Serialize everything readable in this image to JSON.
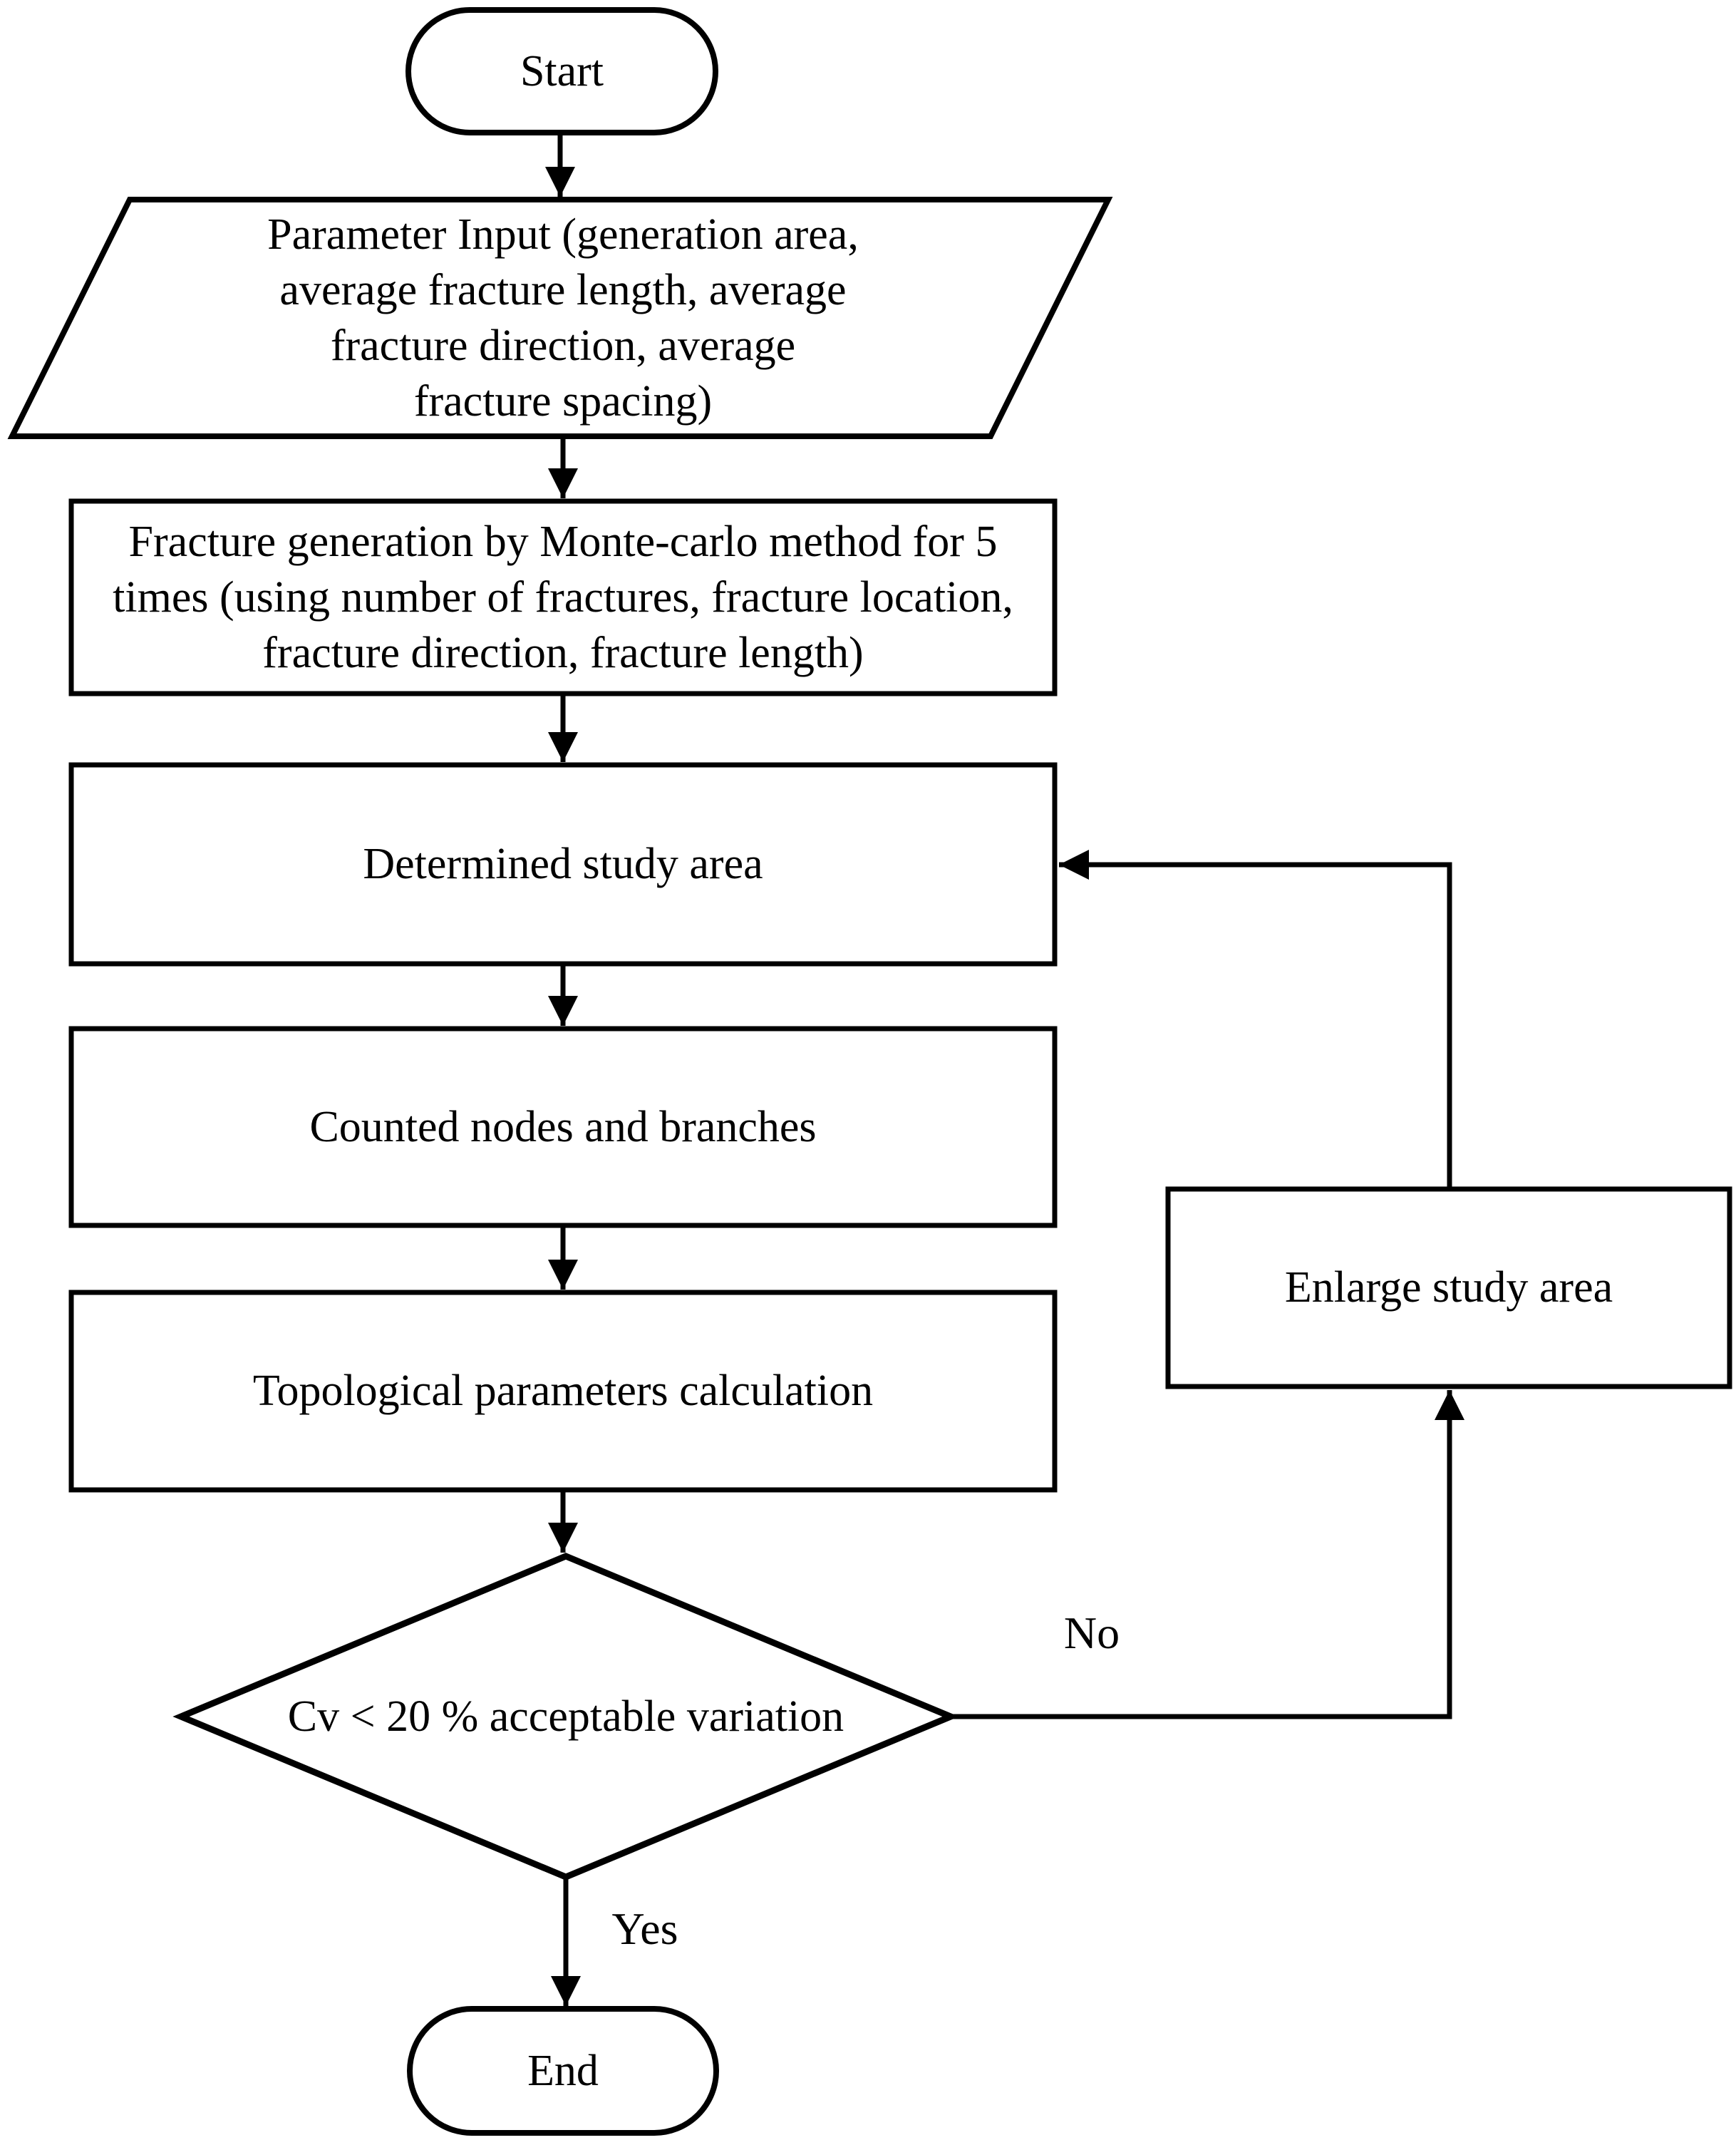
{
  "flowchart": {
    "colors": {
      "stroke": "#000000",
      "fill": "#ffffff",
      "text": "#000000",
      "background": "#ffffff"
    },
    "nodes": {
      "start": {
        "shape": "terminator",
        "label": "Start"
      },
      "parameter_input": {
        "shape": "parallelogram",
        "label": "Parameter Input (generation area,\naverage fracture length, average\nfracture direction, average\nfracture spacing)"
      },
      "fracture_generation": {
        "shape": "process",
        "label": "Fracture generation by Monte-carlo method for 5\ntimes (using number of fractures, fracture location,\nfracture direction, fracture length)"
      },
      "determined_study_area": {
        "shape": "process",
        "label": "Determined study area"
      },
      "counted_nodes_branches": {
        "shape": "process",
        "label": "Counted nodes and branches"
      },
      "topological_parameters": {
        "shape": "process",
        "label": "Topological parameters calculation"
      },
      "cv_decision": {
        "shape": "decision",
        "label": "Cv < 20 % acceptable variation"
      },
      "enlarge_study_area": {
        "shape": "process",
        "label": "Enlarge study area"
      },
      "end": {
        "shape": "terminator",
        "label": "End"
      }
    },
    "edge_labels": {
      "yes": "Yes",
      "no": "No"
    }
  }
}
